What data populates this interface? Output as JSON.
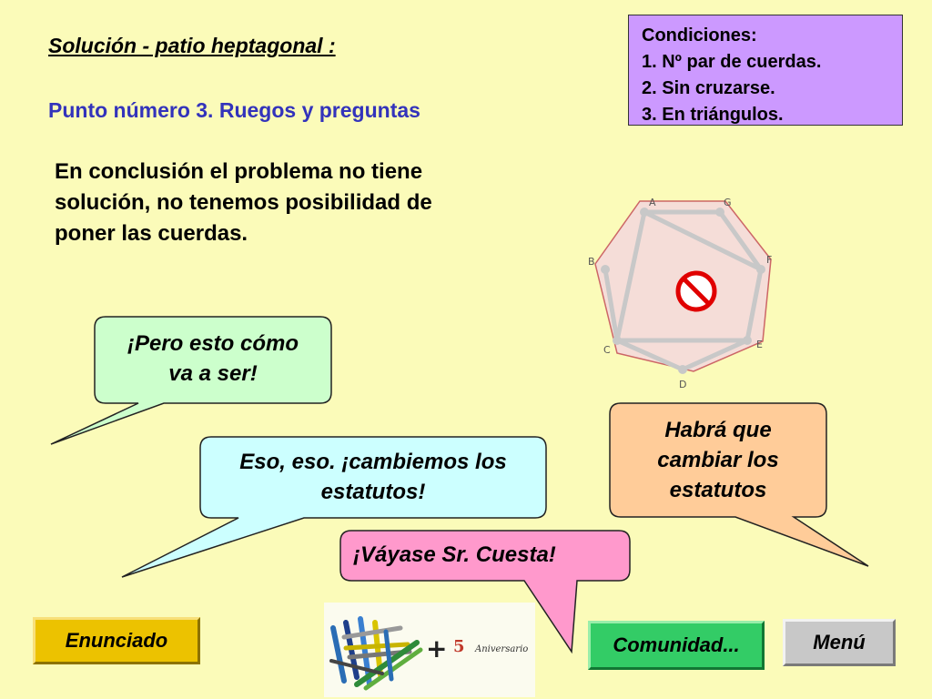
{
  "header": {
    "title": "Solución - patio heptagonal :",
    "subtitle": "Punto número 3. Ruegos y preguntas"
  },
  "conclusion": {
    "line1": "En conclusión el problema no tiene",
    "line2": "solución, no tenemos posibilidad de",
    "line3": "poner las cuerdas."
  },
  "conditions": {
    "heading": "Condiciones:",
    "items": [
      "1. Nº par de cuerdas.",
      "2. Sin cruzarse.",
      "3. En triángulos."
    ]
  },
  "heptagon": {
    "vertex_labels": [
      "A",
      "G",
      "F",
      "E",
      "D",
      "C",
      "B"
    ],
    "prohibited_icon": "no-entry-icon",
    "colors": {
      "fill": "#f5ddd8",
      "outline": "#cc6666",
      "chords": "#c8c8c8",
      "prohibited": "#e00000"
    }
  },
  "bubbles": {
    "pero": {
      "line1": "¡Pero esto cómo",
      "line2": "va a ser!",
      "color": "#ccffcc"
    },
    "eso": {
      "line1": "Eso, eso. ¡cambiemos los",
      "line2": "estatutos!",
      "color": "#ccffff"
    },
    "habra": {
      "line1": "Habrá que",
      "line2": "cambiar los",
      "line3": "estatutos",
      "color": "#ffcc99"
    },
    "vayase": {
      "line1": "¡Váyase Sr. Cuesta!",
      "color": "#ff99cc"
    }
  },
  "buttons": {
    "enunciado": "Enunciado",
    "comunidad": "Comunidad...",
    "menu": "Menú"
  },
  "logo": {
    "number": "5",
    "text": "Aniversario"
  }
}
